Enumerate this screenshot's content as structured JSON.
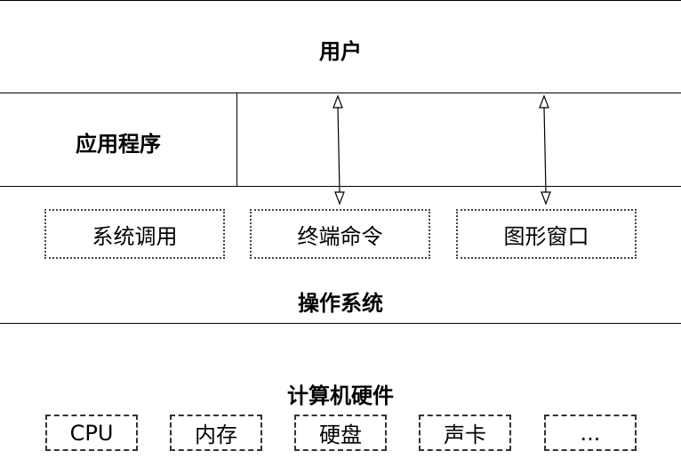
{
  "layers": {
    "user": "用户",
    "application": "应用程序",
    "os": "操作系统",
    "hardware": "计算机硬件"
  },
  "os_interfaces": [
    "系统调用",
    "终端命令",
    "图形窗口"
  ],
  "hardware_items": [
    "CPU",
    "内存",
    "硬盘",
    "声卡",
    "..."
  ]
}
